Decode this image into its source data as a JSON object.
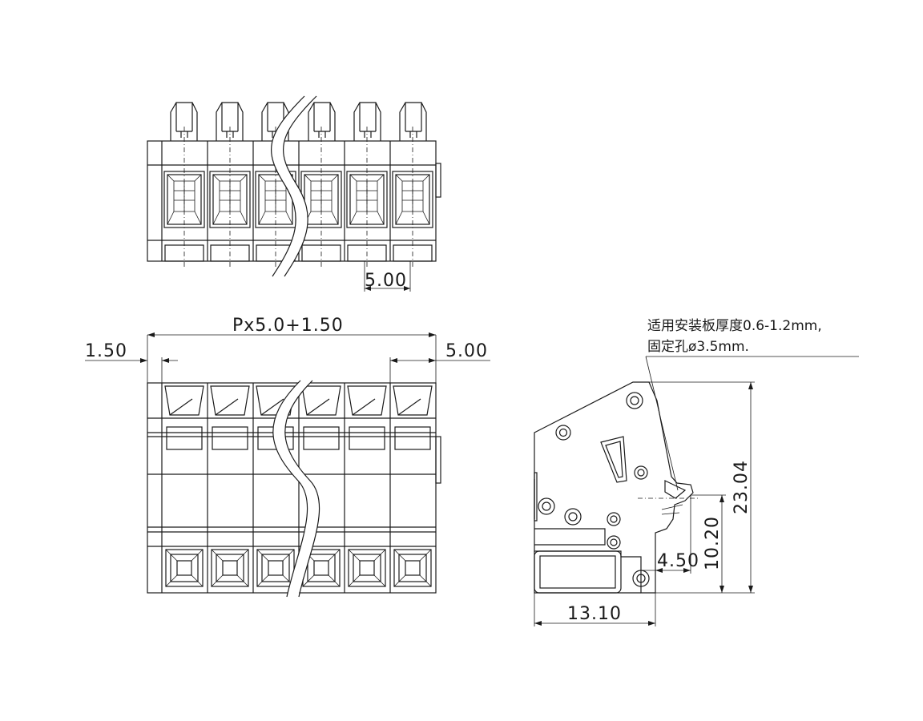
{
  "dimensions": {
    "pitch_top": "5.00",
    "total_length": "Px5.0+1.50",
    "left_offset": "1.50",
    "pitch_front": "5.00",
    "height_total": "23.04",
    "height_lower": "10.20",
    "pin_offset": "4.50",
    "depth": "13.10"
  },
  "notes": {
    "line1": "适用安装板厚度0.6-1.2mm,",
    "line2": "固定孔ø3.5mm."
  }
}
